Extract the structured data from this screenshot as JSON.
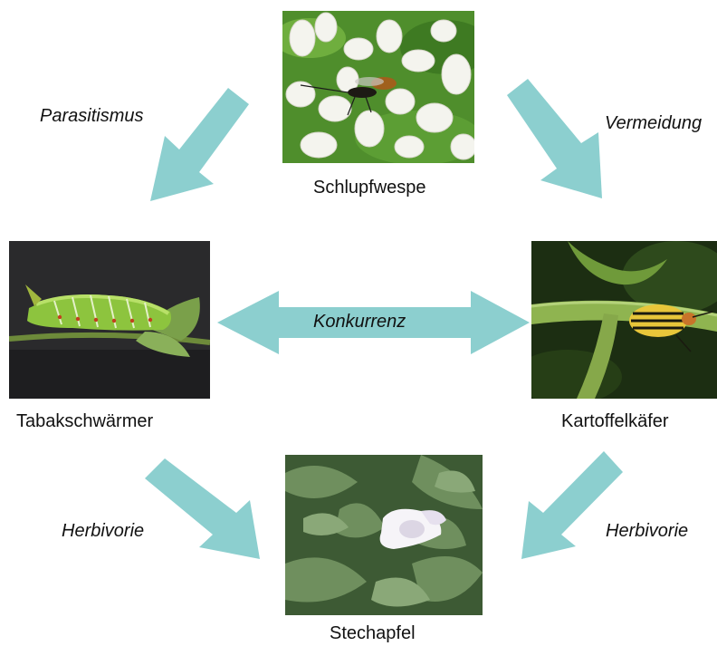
{
  "nodes": {
    "wasp": {
      "label": "Schlupfwespe"
    },
    "hornworm": {
      "label": "Tabakschwärmer"
    },
    "beetle": {
      "label": "Kartoffelkäfer"
    },
    "datura": {
      "label": "Stechapfel"
    }
  },
  "relations": {
    "parasitism": "Parasitismus",
    "avoidance": "Vermeidung",
    "competition": "Konkurrenz",
    "herbivory_left": "Herbivorie",
    "herbivory_right": "Herbivorie"
  },
  "colors": {
    "arrow": "#8ccfcf"
  }
}
